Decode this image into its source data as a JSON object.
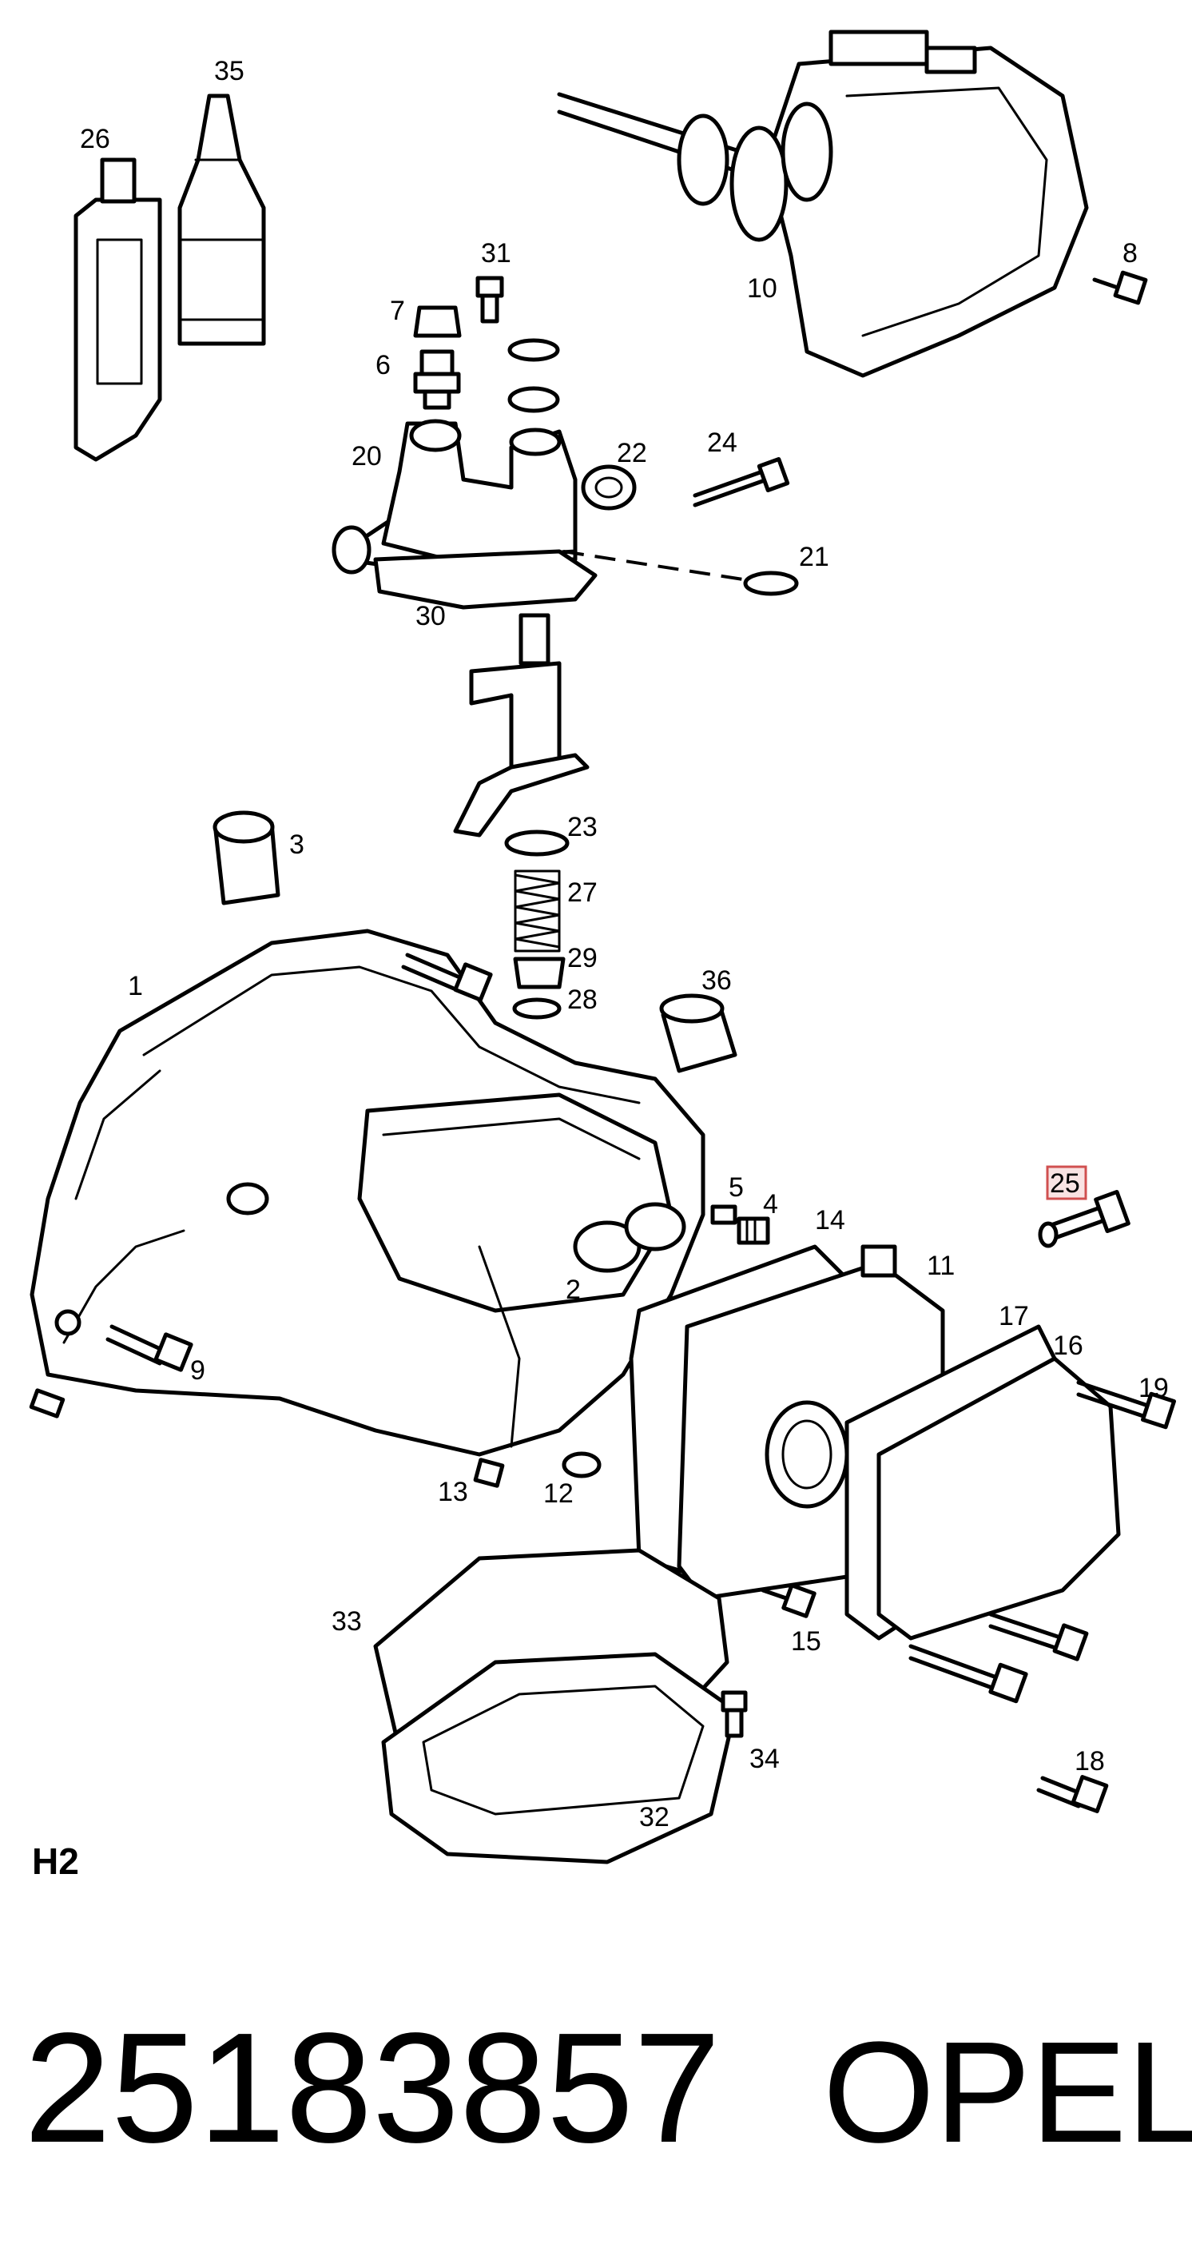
{
  "section_label": "H2",
  "part_number": "25183857",
  "brand": "OPEL",
  "highlighted_callout": "25",
  "highlight_color": "#d05050",
  "callouts": {
    "c1": "1",
    "c2": "2",
    "c3": "3",
    "c4": "4",
    "c5": "5",
    "c6": "6",
    "c7": "7",
    "c8": "8",
    "c9": "9",
    "c10": "10",
    "c11": "11",
    "c12": "12",
    "c13": "13",
    "c14": "14",
    "c15": "15",
    "c16": "16",
    "c17": "17",
    "c18": "18",
    "c19": "19",
    "c20": "20",
    "c21": "21",
    "c22": "22",
    "c23": "23",
    "c24": "24",
    "c25": "25",
    "c26": "26",
    "c27": "27",
    "c28": "28",
    "c29": "29",
    "c30": "30",
    "c31": "31",
    "c32": "32",
    "c33": "33",
    "c34": "34",
    "c35": "35",
    "c36": "36"
  }
}
